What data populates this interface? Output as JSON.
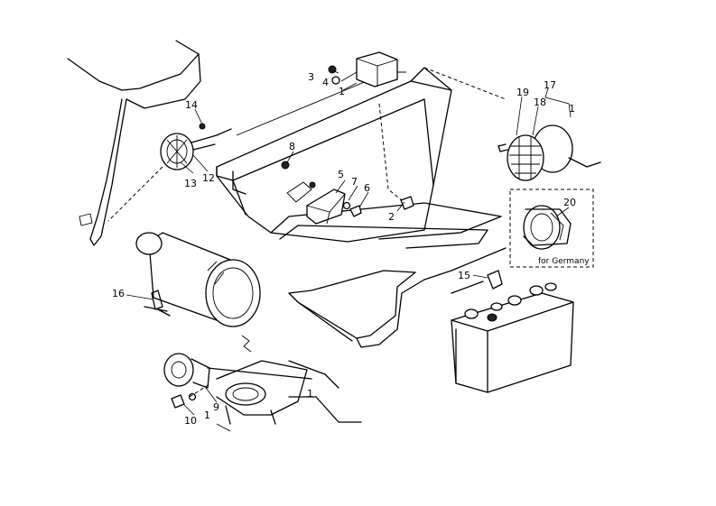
{
  "callouts": {
    "c1a": "1",
    "c1b": "1",
    "c1c": "1",
    "c1d": "1",
    "c2": "2",
    "c3": "3",
    "c4": "4",
    "c5": "5",
    "c6": "6",
    "c7": "7",
    "c8": "8",
    "c9": "9",
    "c10": "10",
    "c12": "12",
    "c13": "13",
    "c14": "14",
    "c15": "15",
    "c16": "16",
    "c17": "17",
    "c18": "18",
    "c19": "19",
    "c20": "20"
  },
  "inset_label": "for Germany"
}
